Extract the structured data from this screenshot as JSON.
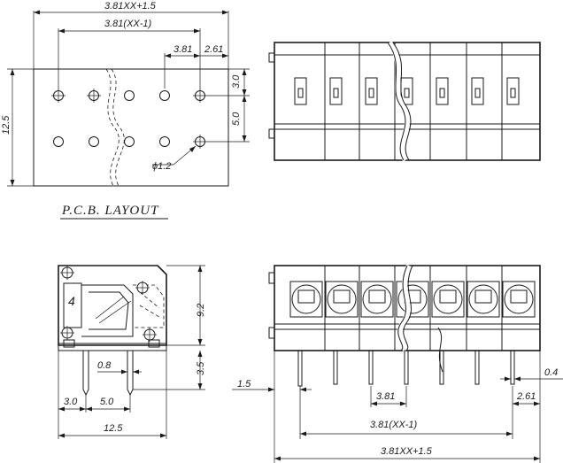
{
  "pcb_layout": {
    "title": "P.C.B. LAYOUT",
    "dim_total_width": "3.81XX+1.5",
    "dim_pitch_span": "3.81(XX-1)",
    "dim_pitch": "3.81",
    "dim_edge": "2.61",
    "dim_row_offset": "3.0",
    "dim_row_spacing": "5.0",
    "dim_height": "12.5",
    "dim_hole": "ϕ1.2"
  },
  "side_view": {
    "label_number": "4",
    "dim_height": "9.2",
    "dim_pin_length": "3.5",
    "dim_pin_width": "0.8",
    "dim_pin_offset": "3.0",
    "dim_pin_spacing": "5.0",
    "dim_depth": "12.5"
  },
  "front_view": {
    "dim_pin_offset": "1.5",
    "dim_pin_thickness": "0.4",
    "dim_pitch": "3.81",
    "dim_edge": "2.61",
    "dim_pitch_span": "3.81(XX-1)",
    "dim_total_width": "3.81XX+1.5"
  }
}
